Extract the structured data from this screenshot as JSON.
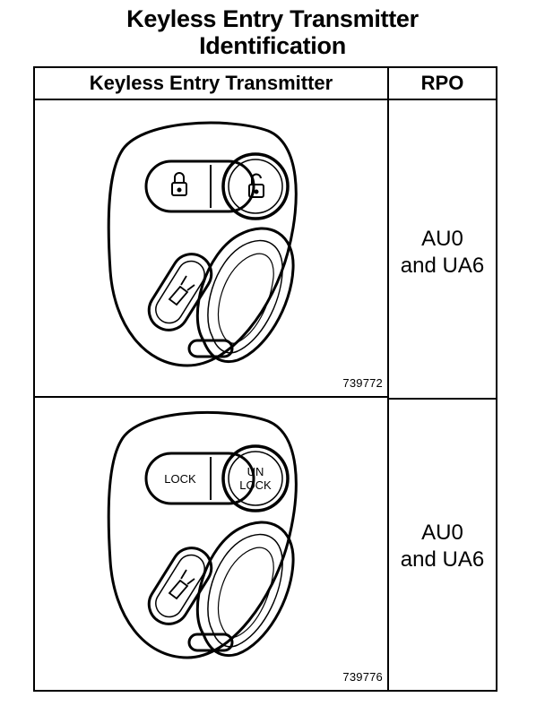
{
  "title": {
    "line1": "Keyless Entry Transmitter",
    "line2": "Identification"
  },
  "table": {
    "header_left": "Keyless Entry Transmitter",
    "header_right": "RPO",
    "rows": [
      {
        "part_number": "739772",
        "rpo_line1": "AU0",
        "rpo_line2": "and UA6",
        "buttons": [
          "lock-icon",
          "unlock-icon",
          "trunk-release-icon"
        ]
      },
      {
        "part_number": "739776",
        "rpo_line1": "AU0",
        "rpo_line2": "and UA6",
        "lock_label": "LOCK",
        "unlock_label_1": "UN",
        "unlock_label_2": "LOCK",
        "buttons": [
          "lock-text-button",
          "unlock-text-button",
          "trunk-release-icon"
        ]
      }
    ]
  }
}
